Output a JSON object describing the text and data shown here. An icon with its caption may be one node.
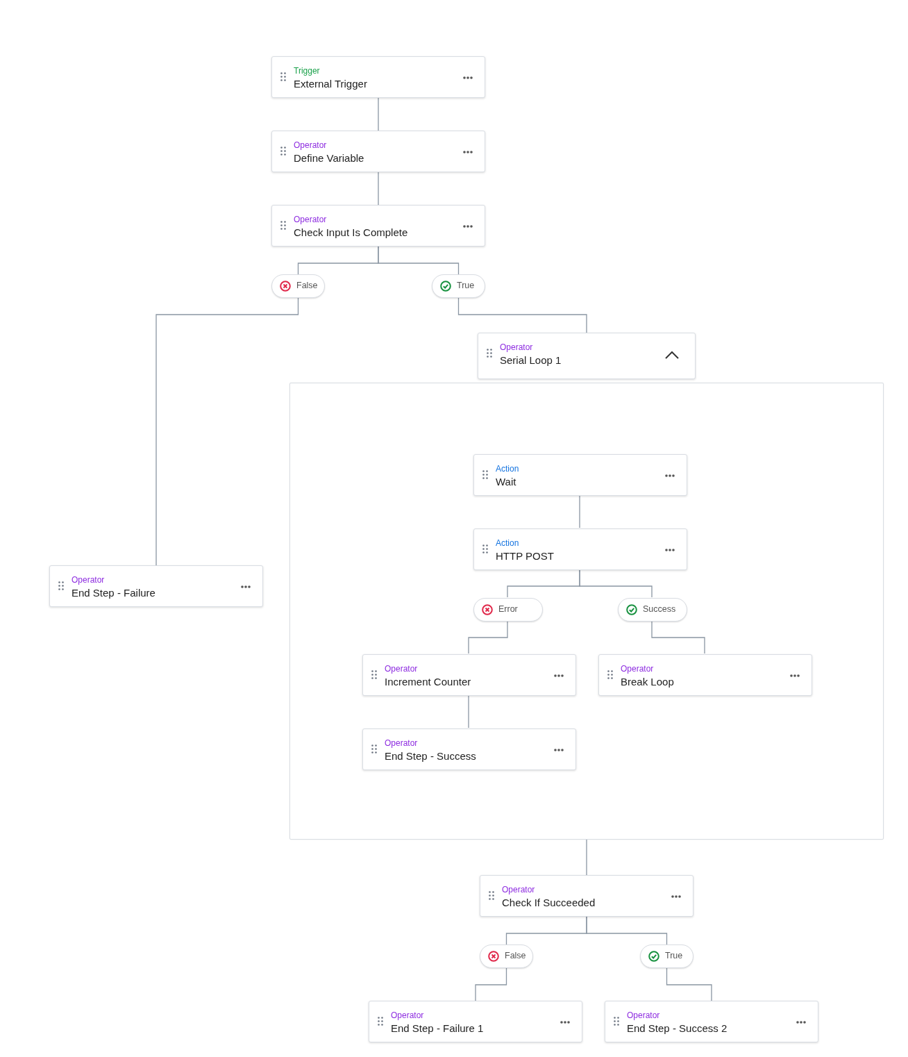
{
  "diagram": {
    "nodes": [
      {
        "text": [
          "Trigger",
          "External Trigger"
        ]
      },
      {
        "text": [
          "Operator",
          "Define Variable"
        ]
      },
      {
        "text": [
          "Operator",
          "Check Input Is Complete"
        ]
      },
      {
        "text": [
          "False"
        ]
      },
      {
        "text": [
          "True"
        ]
      },
      {
        "text": [
          "Operator",
          "End Step - Failure"
        ]
      },
      {
        "text": [
          "Operator",
          "Serial Loop 1"
        ]
      },
      {
        "text": [],
        "shape": "box"
      },
      {
        "text": [
          "Action",
          "Wait"
        ],
        "in": 7
      },
      {
        "text": [
          "Action",
          "HTTP POST"
        ],
        "in": 7
      },
      {
        "text": [
          "Error"
        ],
        "in": 7
      },
      {
        "text": [
          "Success"
        ],
        "in": 7
      },
      {
        "text": [
          "Operator",
          "Increment Counter"
        ],
        "in": 7
      },
      {
        "text": [
          "Operator",
          "Break Loop"
        ],
        "in": 7
      },
      {
        "text": [
          "Operator",
          "End Step - Success"
        ],
        "in": 7
      },
      {
        "text": [
          "Operator",
          "Check If Succeeded"
        ]
      },
      {
        "text": [
          "False"
        ]
      },
      {
        "text": [
          "True"
        ]
      },
      {
        "text": [
          "Operator",
          "End Step - Failure 1"
        ]
      },
      {
        "text": [
          "Operator",
          "End Step - Success 2"
        ]
      }
    ],
    "edges": [
      {
        "from": 0,
        "to": 1,
        "arrow": "none"
      },
      {
        "from": 1,
        "to": 2,
        "arrow": "none"
      },
      {
        "from": 2,
        "to": 3,
        "arrow": "none"
      },
      {
        "from": 2,
        "to": 4,
        "arrow": "none"
      },
      {
        "from": 3,
        "to": 5,
        "arrow": "none"
      },
      {
        "from": 4,
        "to": 6,
        "arrow": "none"
      },
      {
        "from": 8,
        "to": 9,
        "arrow": "none"
      },
      {
        "from": 9,
        "to": 10,
        "arrow": "none"
      },
      {
        "from": 9,
        "to": 11,
        "arrow": "none"
      },
      {
        "from": 10,
        "to": 12,
        "arrow": "none"
      },
      {
        "from": 11,
        "to": 13,
        "arrow": "none"
      },
      {
        "from": 12,
        "to": 14,
        "arrow": "none"
      },
      {
        "from": 7,
        "to": 15,
        "arrow": "none"
      },
      {
        "from": 15,
        "to": 16,
        "arrow": "none"
      },
      {
        "from": 15,
        "to": 17,
        "arrow": "none"
      },
      {
        "from": 16,
        "to": 18,
        "arrow": "none"
      },
      {
        "from": 17,
        "to": 19,
        "arrow": "none"
      }
    ]
  }
}
